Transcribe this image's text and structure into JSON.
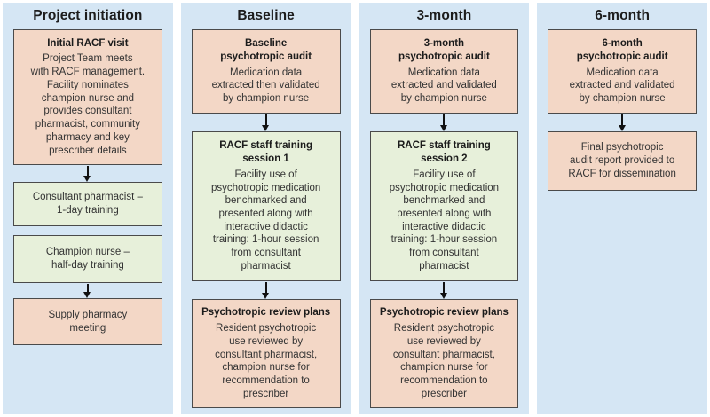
{
  "colors": {
    "panel_blue": "#d5e6f4",
    "box_pink": "#f3d7c6",
    "box_green": "#e7f0da",
    "box_border": "#4a4a4a",
    "arrow": "#111111"
  },
  "columns": [
    {
      "header": "Project initiation",
      "boxes": [
        {
          "variant": "pink",
          "title": "Initial RACF visit",
          "body": "Project Team meets\nwith RACF management.\nFacility nominates\nchampion nurse and\nprovides consultant\npharmacist, community\npharmacy and key\nprescriber details"
        },
        {
          "variant": "green",
          "body": "Consultant pharmacist –\n1-day training"
        },
        {
          "variant": "green",
          "body": "Champion nurse –\nhalf-day training"
        },
        {
          "variant": "pink",
          "body": "Supply pharmacy\nmeeting"
        }
      ]
    },
    {
      "header": "Baseline",
      "boxes": [
        {
          "variant": "pink",
          "title": "Baseline\npsychotropic audit",
          "body": "Medication data\nextracted then validated\nby champion nurse"
        },
        {
          "variant": "green",
          "title": "RACF staff training\nsession 1",
          "body": "Facility use of\npsychotropic medication\nbenchmarked and\npresented along with\ninteractive didactic\ntraining: 1-hour session\nfrom consultant\npharmacist"
        },
        {
          "variant": "pink",
          "title": "Psychotropic review plans",
          "body": "Resident psychotropic\nuse reviewed by\nconsultant pharmacist,\nchampion nurse for\nrecommendation to\nprescriber"
        }
      ]
    },
    {
      "header": "3-month",
      "boxes": [
        {
          "variant": "pink",
          "title": "3-month\npsychotropic audit",
          "body": "Medication data\nextracted and validated\nby champion nurse"
        },
        {
          "variant": "green",
          "title": "RACF staff training\nsession 2",
          "body": "Facility use of\npsychotropic medication\nbenchmarked and\npresented along with\ninteractive didactic\ntraining: 1-hour session\nfrom consultant\npharmacist"
        },
        {
          "variant": "pink",
          "title": "Psychotropic review plans",
          "body": "Resident psychotropic\nuse reviewed by\nconsultant pharmacist,\nchampion nurse for\nrecommendation to\nprescriber"
        }
      ]
    },
    {
      "header": "6-month",
      "boxes": [
        {
          "variant": "pink",
          "title": "6-month\npsychotropic audit",
          "body": "Medication data\nextracted and validated\nby champion nurse"
        },
        {
          "variant": "pink",
          "body": "Final psychotropic\naudit report provided to\nRACF for dissemination"
        }
      ]
    }
  ]
}
